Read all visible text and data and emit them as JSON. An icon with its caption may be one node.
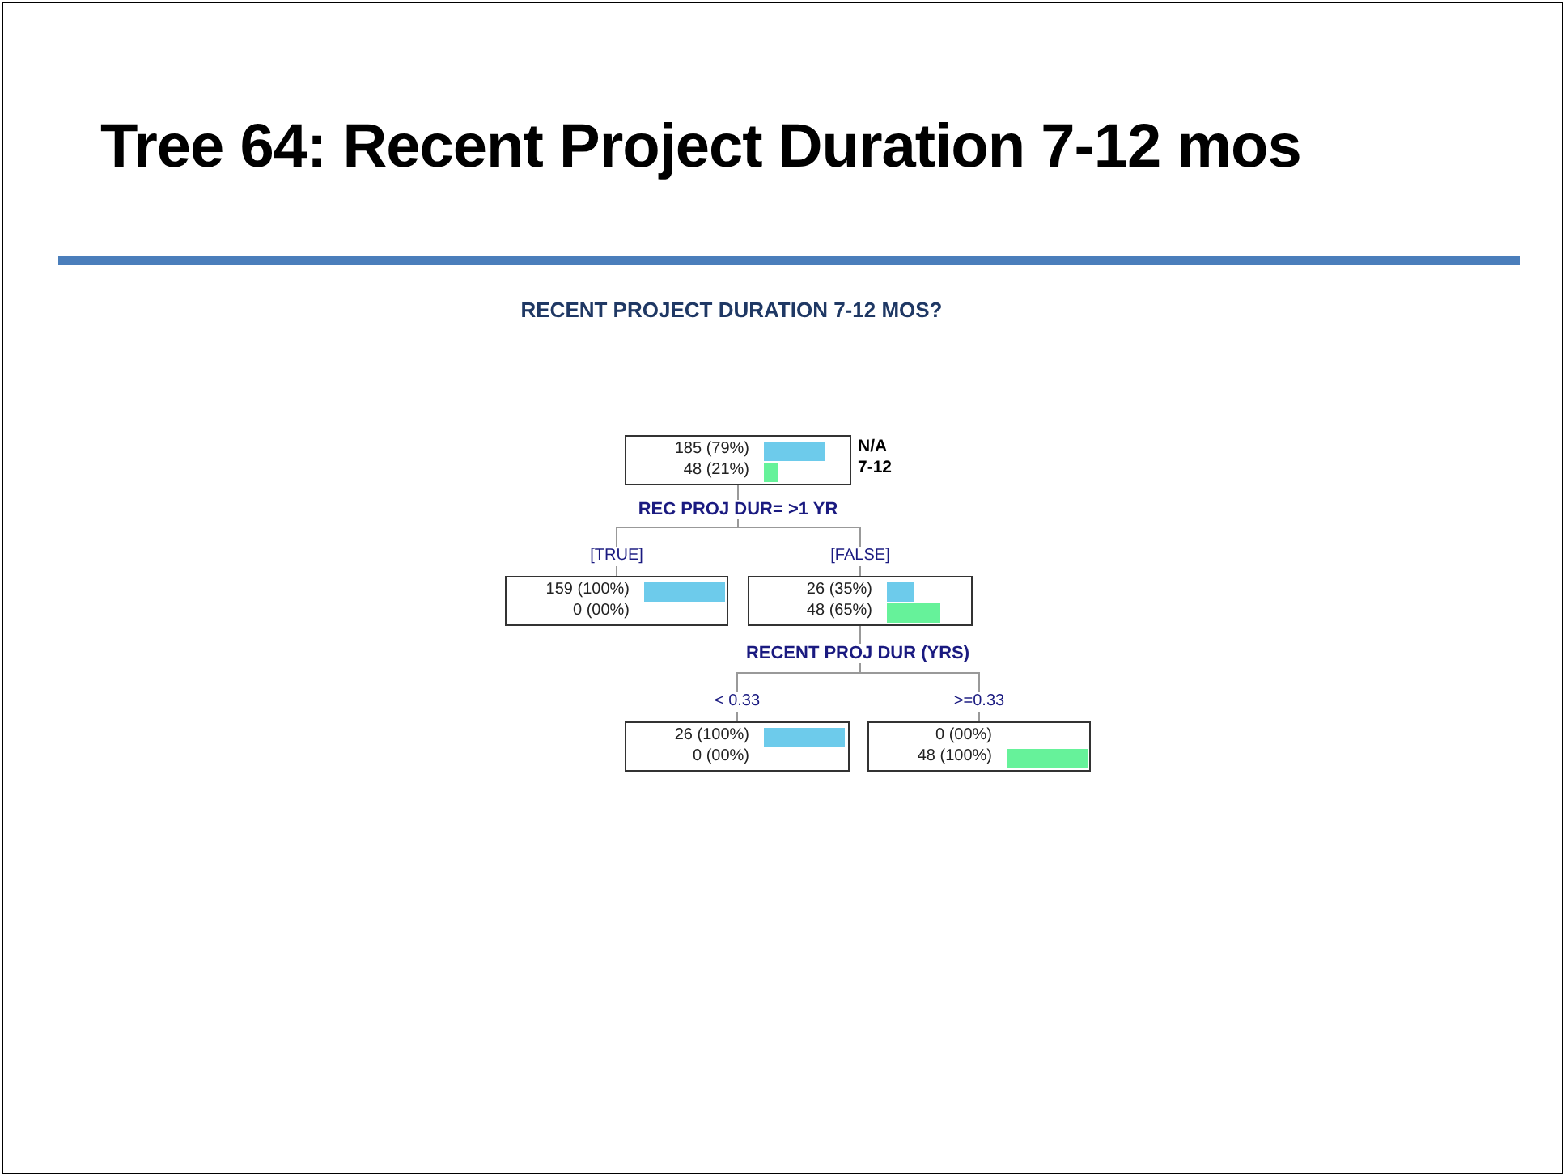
{
  "diagram": {
    "title": "Tree 64: Recent Project Duration 7-12 mos",
    "nodes": [
      {
        "text": [
          "185 (79%)",
          "48 (21%)"
        ],
        "beside": [
          "N/A",
          "7-12"
        ]
      },
      {
        "text": [
          "159 (100%)",
          "0 (00%)"
        ]
      },
      {
        "text": [
          "26 (35%)",
          "48 (65%)"
        ]
      },
      {
        "text": [
          "26 (100%)",
          "0 (00%)"
        ]
      },
      {
        "text": [
          "0 (00%)",
          "48 (100%)"
        ]
      }
    ],
    "edges": [
      {
        "from": 0,
        "to": 1,
        "arrow": "none",
        "label": "[TRUE]"
      },
      {
        "from": 0,
        "to": 2,
        "arrow": "none",
        "label": "[FALSE]"
      },
      {
        "from": 2,
        "to": 3,
        "arrow": "none",
        "label": "< 0.33"
      },
      {
        "from": 2,
        "to": 4,
        "arrow": "none",
        "label": ">=0.33"
      }
    ],
    "labels": [
      "RECENT PROJECT DURATION 7-12 MOS?",
      "REC PROJ DUR= >1 YR",
      "RECENT PROJ DUR (YRS)"
    ]
  }
}
